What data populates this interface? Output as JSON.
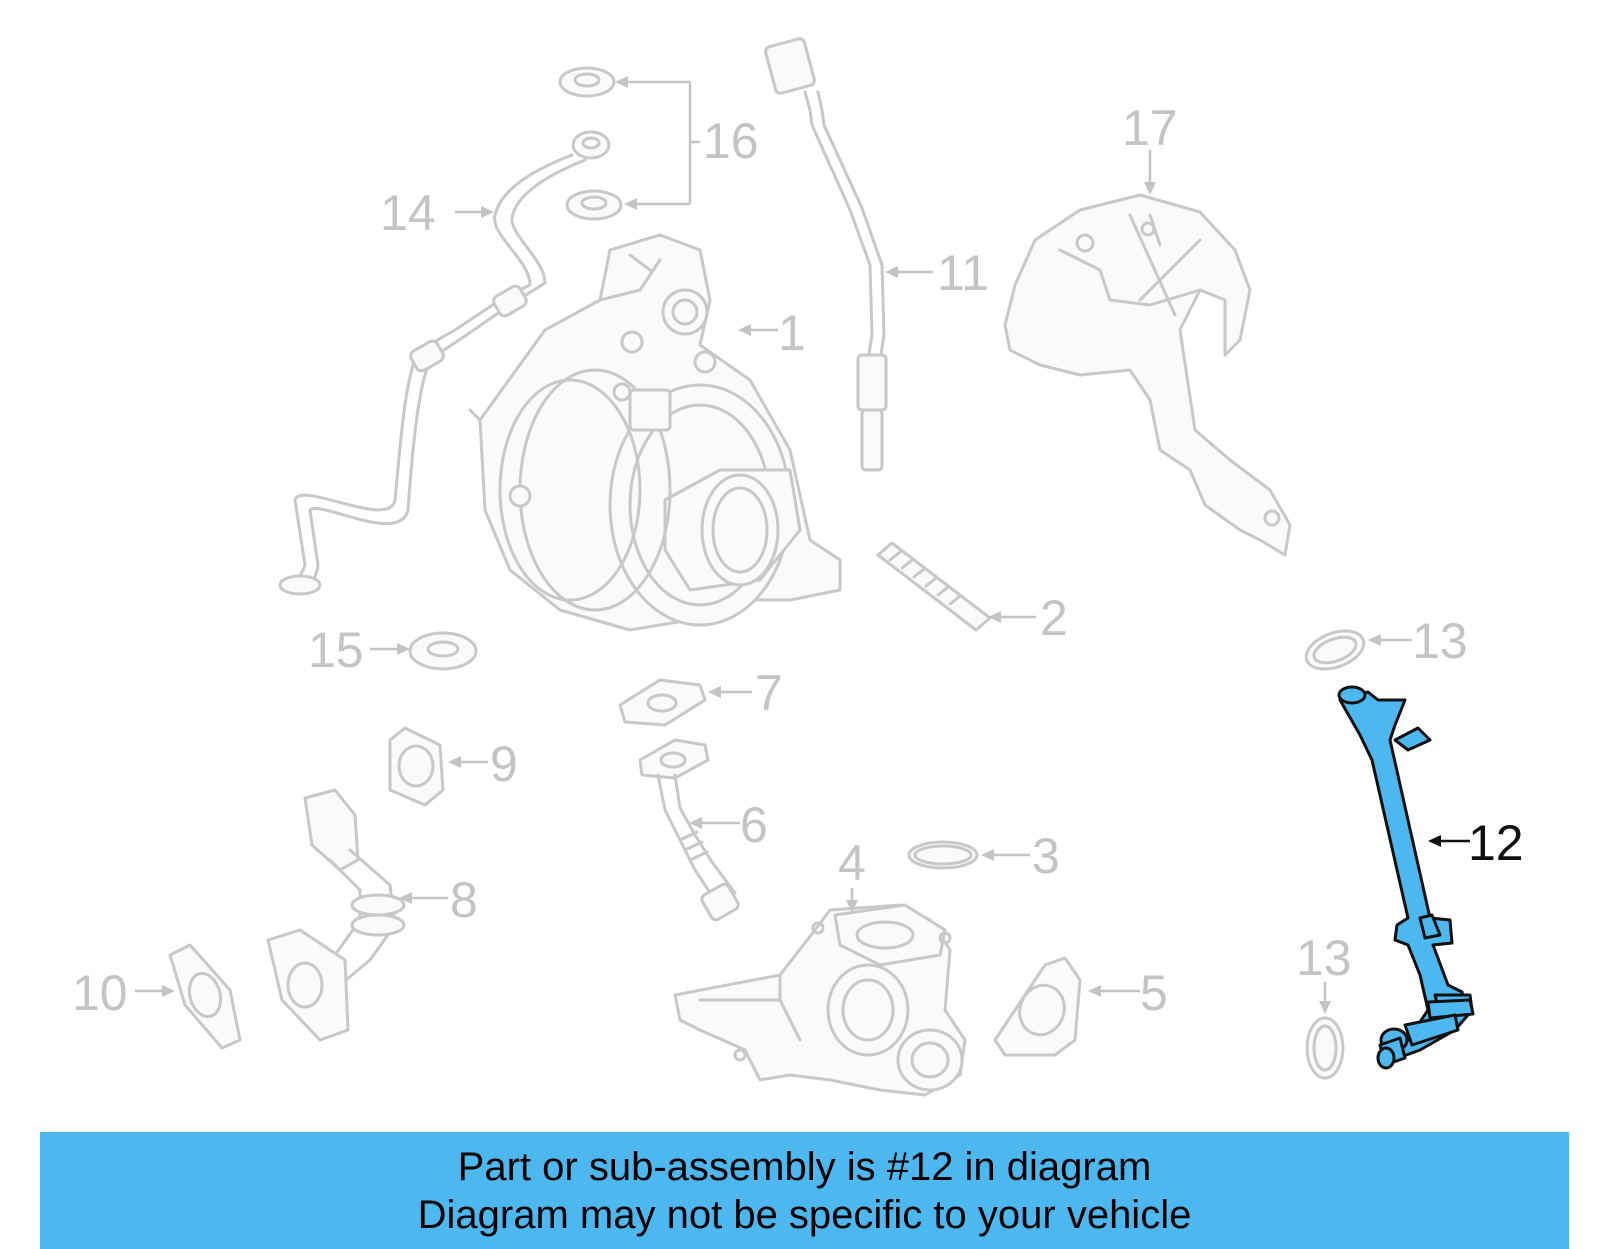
{
  "diagram": {
    "highlight_color": "#4db8f0",
    "ghost_color": "#c8c8c8",
    "callouts": {
      "c1": "1",
      "c2": "2",
      "c3": "3",
      "c4": "4",
      "c5": "5",
      "c6": "6",
      "c7": "7",
      "c8": "8",
      "c9": "9",
      "c10": "10",
      "c11": "11",
      "c12": "12",
      "c13a": "13",
      "c13b": "13",
      "c14": "14",
      "c15": "15",
      "c16": "16",
      "c17": "17"
    },
    "highlighted_part": "12"
  },
  "banner": {
    "line1": "Part or sub-assembly is #12 in diagram",
    "line2": "Diagram may not be specific to your vehicle"
  }
}
